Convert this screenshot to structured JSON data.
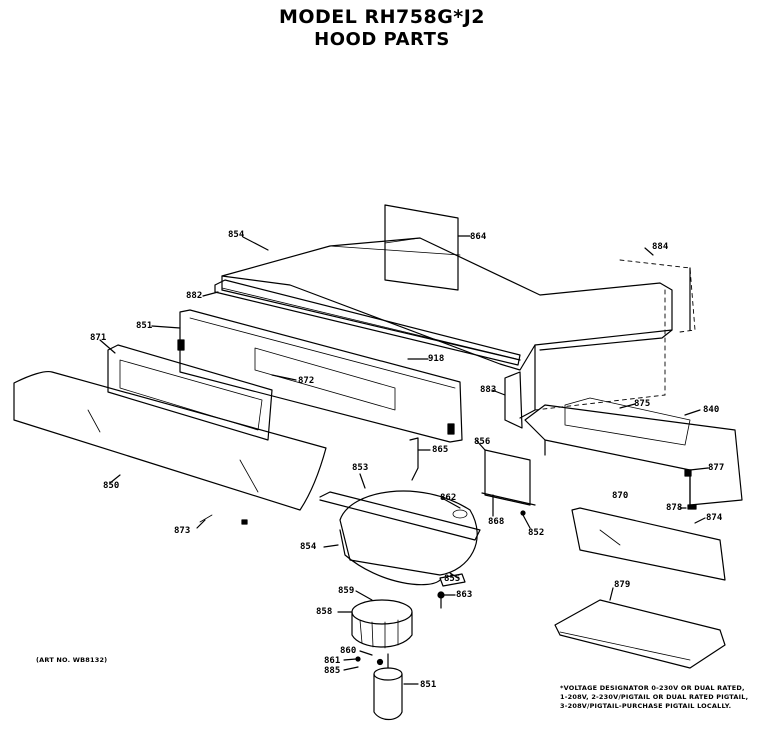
{
  "header": {
    "model": "MODEL RH758G*J2",
    "section": "HOOD PARTS"
  },
  "art_no": "(ART NO. WB8132)",
  "voltage_note": [
    "*VOLTAGE DESIGNATOR 0-230V OR DUAL RATED,",
    "1-208V, 2-230V/PIGTAIL OR DUAL RATED PIGTAIL,",
    "3-208V/PIGTAIL-PURCHASE PIGTAIL LOCALLY."
  ],
  "part_labels": {
    "p854": "854",
    "p864": "864",
    "p884": "884",
    "p882": "882",
    "p851a": "851",
    "p871": "871",
    "p918": "918",
    "p872": "872",
    "p883": "883",
    "p875": "875",
    "p840": "840",
    "p850": "850",
    "p865": "865",
    "p856": "856",
    "p877": "877",
    "p853": "853",
    "p862": "862",
    "p868": "868",
    "p852": "852",
    "p878": "878",
    "p874": "874",
    "p873": "873",
    "p854b": "854",
    "p855": "855",
    "p863": "863",
    "p879": "879",
    "p859": "859",
    "p858": "858",
    "p860": "860",
    "p861": "861",
    "p885": "885",
    "p851b": "851",
    "p870": "870"
  }
}
